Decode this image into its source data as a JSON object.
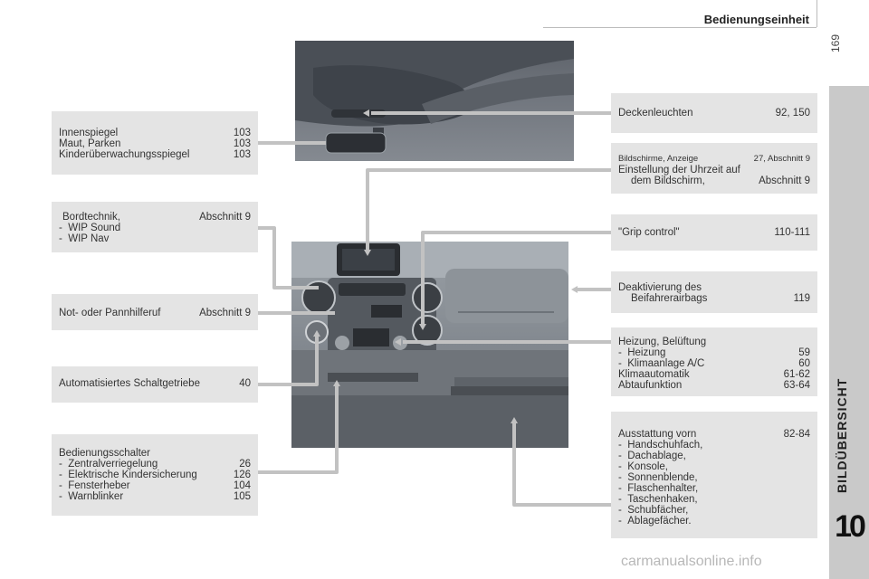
{
  "header": {
    "title": "Bedienungseinheit",
    "page_number": "169"
  },
  "side": {
    "title": "BILDÜBERSICHT",
    "chapter": "10"
  },
  "watermark": "carmanualsonline.info",
  "left": {
    "innenspiegel": [
      {
        "label": "Innenspiegel",
        "page": "103"
      },
      {
        "label": "Maut, Parken",
        "page": "103"
      },
      {
        "label": "Kinderüberwachungsspiegel",
        "page": "103"
      }
    ],
    "bordtechnik": {
      "label": "Bordtechnik,",
      "page": "Abschnitt 9",
      "items": [
        "WIP Sound",
        "WIP Nav"
      ]
    },
    "notruf": {
      "label": "Not- oder Pannhilferuf",
      "page": "Abschnitt 9"
    },
    "schaltgetriebe": {
      "label": "Automatisiertes Schaltgetriebe",
      "page": "40"
    },
    "bedienungsschalter": {
      "label": "Bedienungsschalter",
      "items": [
        {
          "label": "Zentralverriegelung",
          "page": "26"
        },
        {
          "label": "Elektrische Kindersicherung",
          "page": "126"
        },
        {
          "label": "Fensterheber",
          "page": "104"
        },
        {
          "label": "Warnblinker",
          "page": "105"
        }
      ]
    }
  },
  "right": {
    "deckenleuchten": {
      "label": "Deckenleuchten",
      "page": "92, 150"
    },
    "bildschirme": {
      "small_label": "Bildschirme, Anzeige",
      "small_page": "27, Abschnitt 9",
      "line1": "Einstellung der Uhrzeit auf",
      "line2": "dem Bildschirm,",
      "line2_page": "Abschnitt 9"
    },
    "grip": {
      "label": "\"Grip control\"",
      "page": "110-111"
    },
    "airbag": {
      "line1": "Deaktivierung des",
      "line2": "Beifahrerairbags",
      "page": "119"
    },
    "heizung": {
      "label": "Heizung, Belüftung",
      "items": [
        {
          "label": "Heizung",
          "page": "59"
        },
        {
          "label": "Klimaanlage A/C",
          "page": "60"
        }
      ],
      "extra": [
        {
          "label": "Klimaautomatik",
          "page": "61-62"
        },
        {
          "label": "Abtaufunktion",
          "page": "63-64"
        }
      ]
    },
    "ausstattung": {
      "label": "Ausstattung vorn",
      "page": "82-84",
      "items": [
        "Handschuhfach,",
        "Dachablage,",
        "Konsole,",
        "Sonnenblende,",
        "Flaschenhalter,",
        "Taschenhaken,",
        "Schubfächer,",
        "Ablagefächer."
      ]
    }
  }
}
